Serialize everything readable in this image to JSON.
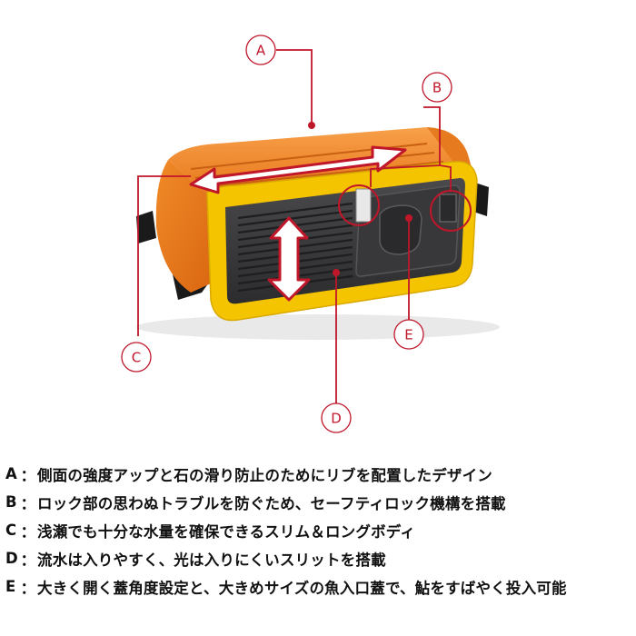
{
  "callouts": [
    {
      "letter": "A"
    },
    {
      "letter": "B"
    },
    {
      "letter": "C"
    },
    {
      "letter": "D"
    },
    {
      "letter": "E"
    }
  ],
  "captions": [
    {
      "letter": "A",
      "separator": "：",
      "text": "側面の強度アップと石の滑り防止のためにリブを配置したデザイン"
    },
    {
      "letter": "B",
      "separator": "：",
      "text": "ロック部の思わぬトラブルを防ぐため、セーフティロック機構を搭載"
    },
    {
      "letter": "C",
      "separator": "：",
      "text": "浅瀬でも十分な水量を確保できるスリム＆ロングボディ"
    },
    {
      "letter": "D",
      "separator": "：",
      "text": "流水は入りやすく、光は入りにくいスリットを搭載"
    },
    {
      "letter": "E",
      "separator": "：",
      "text": "大きく開く蓋角度設定と、大きめサイズの魚入口蓋で、鮎をすばやく投入可能"
    }
  ],
  "colors": {
    "callout_red": "#c0162a",
    "body_orange": "#f0821e",
    "frame_yellow": "#f5c400",
    "panel_dark": "#3a3a3c",
    "strap_black": "#1a1a1a"
  }
}
